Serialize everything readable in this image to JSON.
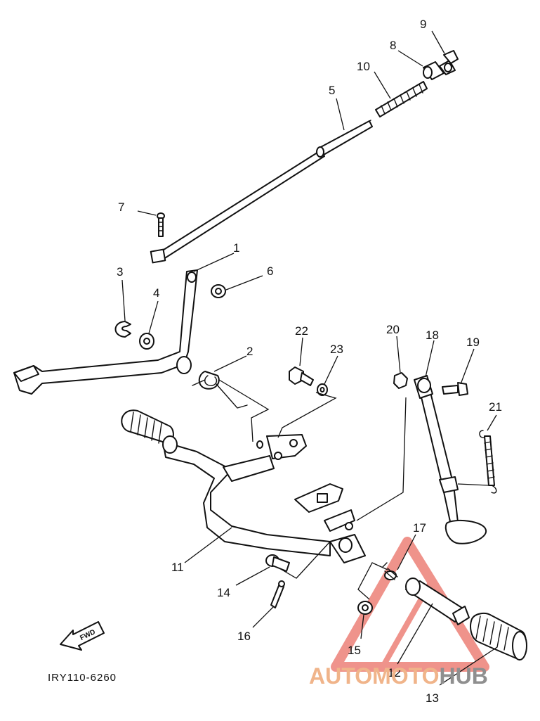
{
  "diagram": {
    "part_numbers": [
      "1",
      "2",
      "3",
      "4",
      "5",
      "6",
      "7",
      "8",
      "9",
      "10",
      "11",
      "12",
      "13",
      "14",
      "15",
      "16",
      "17",
      "18",
      "19",
      "20",
      "21",
      "22",
      "23"
    ],
    "drawing_code": "IRY110-6260",
    "fwd_label": "FWD",
    "watermark": {
      "part1": "AUTO",
      "part2": "MOTO",
      "part3": "HUB"
    },
    "colors": {
      "ink": "#111111",
      "watermark_red": "#e23b2e",
      "watermark_gray": "#8f8f8f"
    }
  }
}
